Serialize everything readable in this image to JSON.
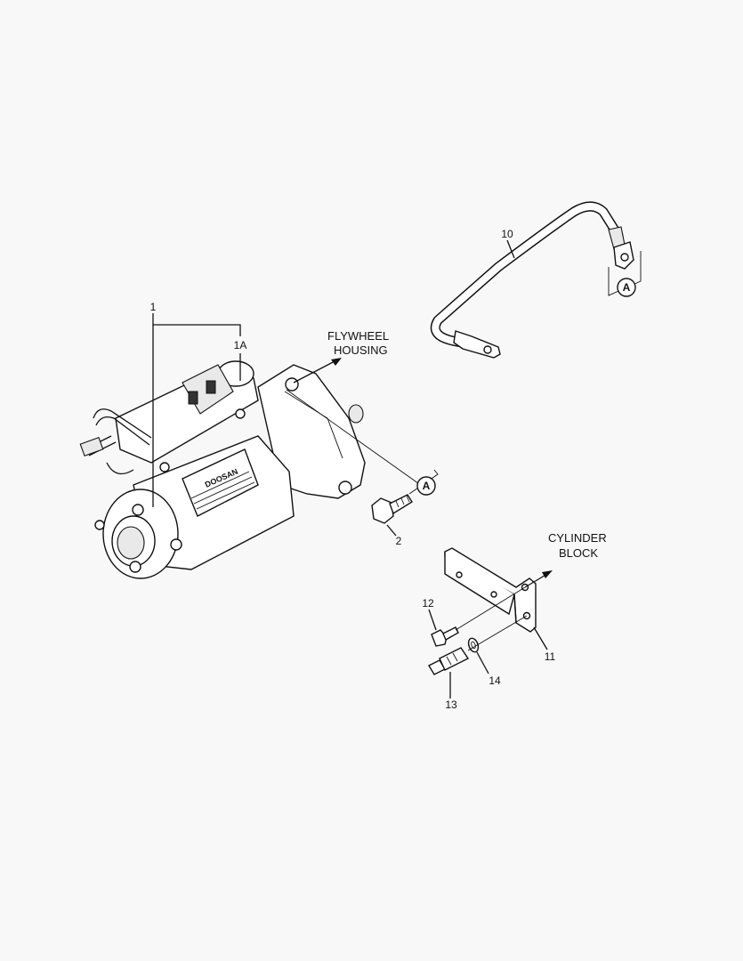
{
  "destinations": {
    "flywheel_housing": [
      "FLYWHEEL",
      "HOUSING"
    ],
    "cylinder_block": [
      "CYLINDER",
      "BLOCK"
    ]
  },
  "callouts": {
    "p1": "1",
    "p1a": "1A",
    "p2": "2",
    "p10": "10",
    "p11": "11",
    "p12": "12",
    "p13": "13",
    "p14": "14"
  },
  "refs": {
    "a_cable": "A",
    "a_mount": "A"
  },
  "starter_label": {
    "brand": "DOOSAN"
  }
}
